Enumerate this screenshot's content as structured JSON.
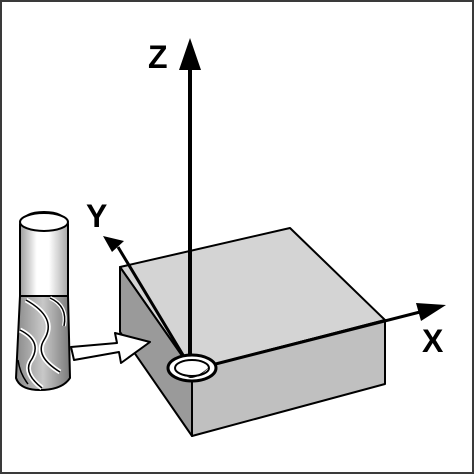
{
  "axes": {
    "z_label": "Z",
    "y_label": "Y",
    "x_label": "X"
  },
  "colors": {
    "block_top": "#d4d4d4",
    "block_left": "#9a9a9a",
    "block_front": "#c0c0c0",
    "outline": "#000000",
    "tool_light": "#ffffff",
    "tool_shade": "#9d9d9d",
    "border": "#3a3a3a"
  },
  "icons": {
    "tool": "end-mill-icon",
    "arrow": "feed-arrow-icon",
    "origin": "datum-hole-icon"
  }
}
